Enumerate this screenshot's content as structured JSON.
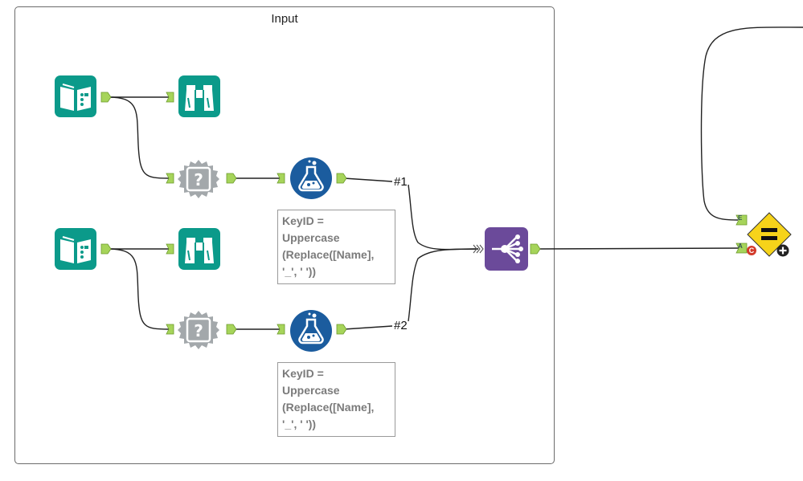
{
  "container": {
    "title": "Input"
  },
  "tools": {
    "input1": "input-data-tool",
    "browse1": "browse-tool",
    "input2": "input-data-tool",
    "browse2": "browse-tool",
    "dynamic1": "dynamic-input-tool",
    "dynamic2": "dynamic-input-tool",
    "formula1": "formula-tool",
    "formula2": "formula-tool",
    "union": "union-tool",
    "detour": "test-tool"
  },
  "annotations": {
    "formula1": "KeyID =\nUppercase\n(Replace([Name],\n'_', ' '))",
    "formula2": "KeyID =\nUppercase\n(Replace([Name],\n'_', ' '))"
  },
  "connections": {
    "label1": "#1",
    "label2": "#2"
  },
  "anchors": {
    "e": "E",
    "a": "A",
    "c": "C"
  },
  "colors": {
    "teal": "#0b9a8a",
    "gray": "#9aa0a3",
    "blue": "#1b5c9e",
    "purple": "#6b4a9a",
    "yellow": "#f6d31a",
    "anchor": "#a6d45a"
  }
}
